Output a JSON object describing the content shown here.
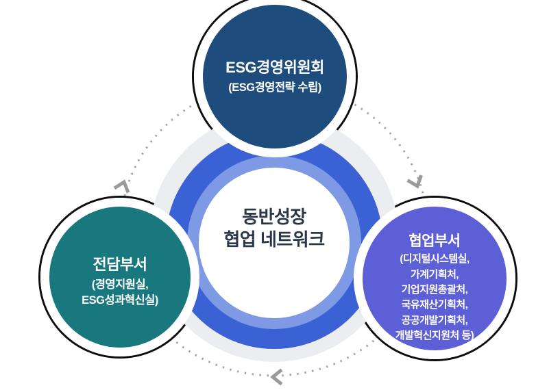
{
  "center": {
    "line1": "동반성장",
    "line2": "협업 네트워크",
    "text_color": "#2b3748"
  },
  "nodes": {
    "top": {
      "title": "ESG경영위원회",
      "subtitle": "(ESG경영전략 수립)",
      "color": "#1d4c7d"
    },
    "left": {
      "title": "전담부서",
      "sub_lines": [
        "(경영지원실,",
        "ESG성과혁신실)"
      ],
      "color": "#18787e"
    },
    "right": {
      "title": "협업부서",
      "sub_lines": [
        "(디지털시스템실,",
        "가계기획처,",
        "기업지원총괄처,",
        "국유재산기획처,",
        "공공개발기획처,",
        "개발혁신지원처 등)"
      ],
      "color": "#5d5fd6"
    }
  },
  "rings": {
    "outer_blue": "#3b62d4",
    "inner_blue": "#7f9ae5",
    "gray_halo": "#ebedf0",
    "center_fill": "#ffffff"
  },
  "connector": {
    "style": "dotted",
    "direction": "clockwise",
    "dot_color": "#a5a5a5",
    "arrow_color": "#9a9a9a",
    "outline_color": "#0d0d0d"
  }
}
